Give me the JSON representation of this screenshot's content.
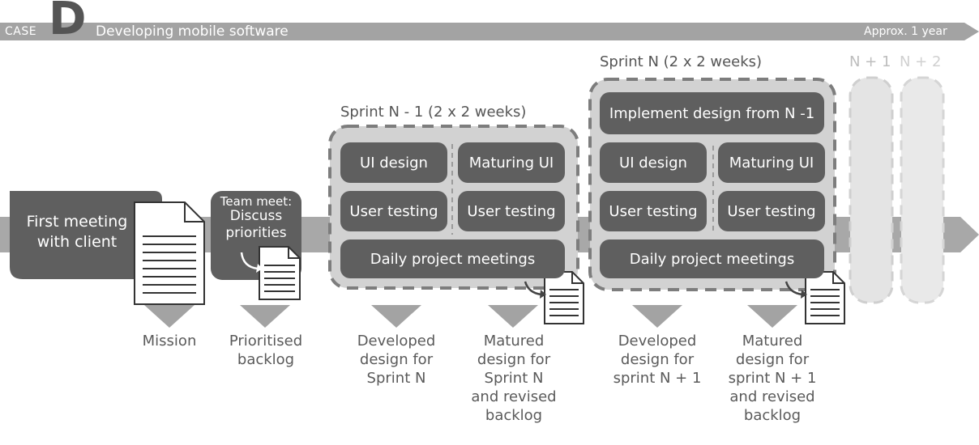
{
  "header": {
    "case_prefix": "CASE",
    "case_letter": "D",
    "title": "Developing mobile software",
    "duration": "Approx. 1 year"
  },
  "first_meeting": "First meeting with client",
  "team_meet": {
    "title": "Team meet:",
    "body": "Discuss priorities"
  },
  "sprint_prev": {
    "title": "Sprint N - 1 (2 x 2 weeks)",
    "cells": [
      "UI design",
      "Maturing UI",
      "User testing",
      "User testing"
    ],
    "meetings": "Daily project meetings"
  },
  "sprint_n": {
    "title": "Sprint N (2 x 2 weeks)",
    "implement": "Implement design from N -1",
    "cells": [
      "UI design",
      "Maturing UI",
      "User testing",
      "User testing"
    ],
    "meetings": "Daily project meetings"
  },
  "future": [
    "N + 1",
    "N + 2"
  ],
  "outputs": {
    "mission": "Mission",
    "prioritised": [
      "Prioritised",
      "backlog"
    ],
    "developed_n": [
      "Developed",
      "design for",
      "Sprint N"
    ],
    "matured_n": [
      "Matured",
      "design for",
      "Sprint N",
      "and revised",
      "backlog"
    ],
    "developed_n1": [
      "Developed",
      "design for",
      "sprint N + 1"
    ],
    "matured_n1": [
      "Matured",
      "design for",
      "sprint N + 1",
      "and revised",
      "backlog"
    ]
  },
  "colors": {
    "dark_box": "#5f5f5f",
    "track": "#a8a8a8",
    "header_bar": "#a3a3a3",
    "sprint_bg": "#d2d2d2",
    "future": "#e4e4e4"
  }
}
